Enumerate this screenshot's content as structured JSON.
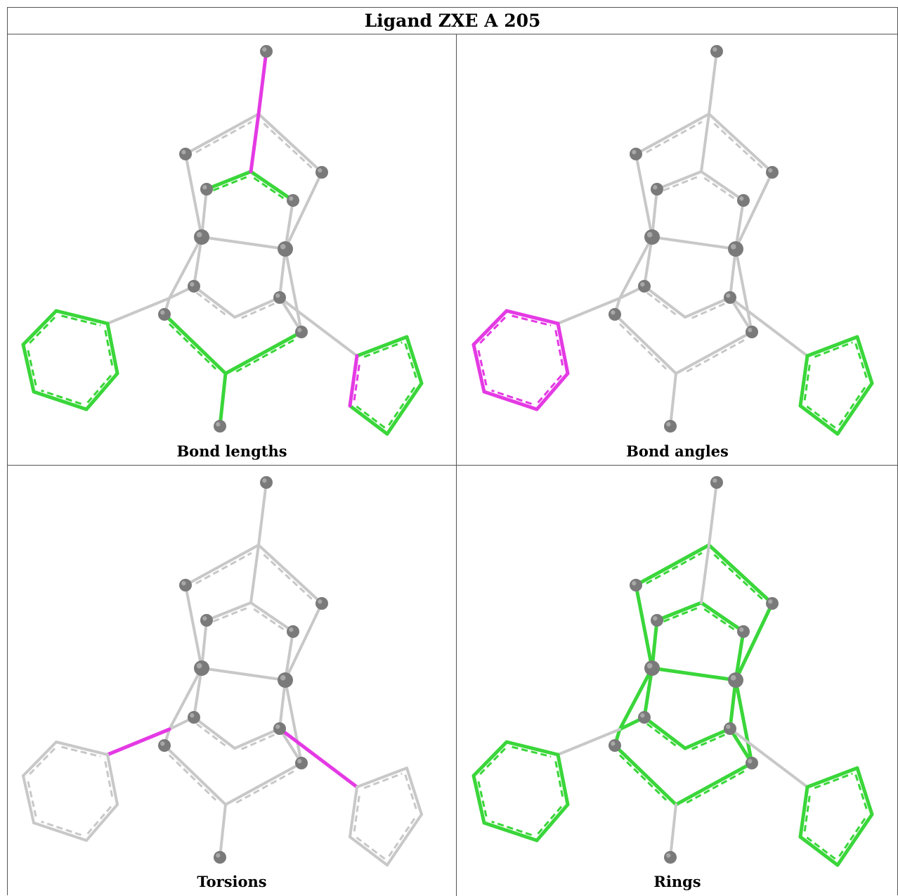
{
  "title": "Ligand ZXE A 205",
  "panels": [
    {
      "caption": "Bond lengths"
    },
    {
      "caption": "Bond angles"
    },
    {
      "caption": "Torsions"
    },
    {
      "caption": "Rings"
    }
  ],
  "colors": {
    "atom": "#7a7a7a",
    "bond": "#c8c8c8",
    "good": "#3ad63a",
    "outlier": "#e43ae4"
  }
}
